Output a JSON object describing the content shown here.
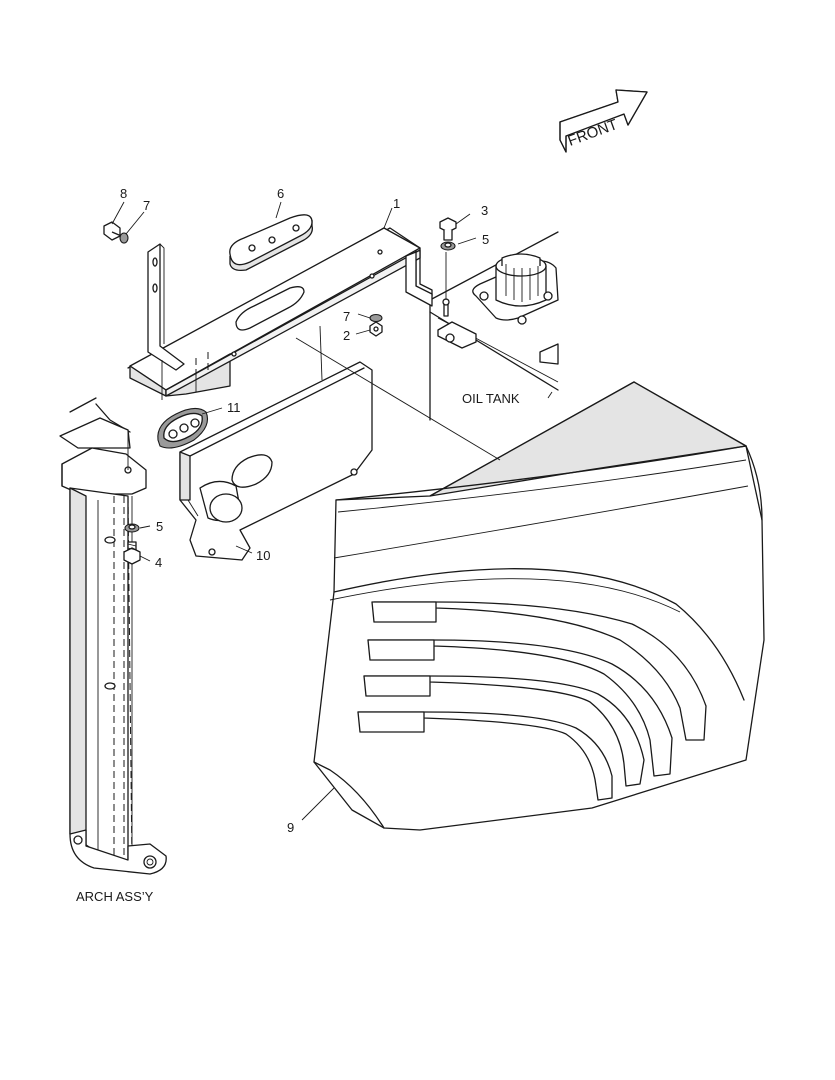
{
  "callouts": {
    "c1": "1",
    "c2": "2",
    "c3": "3",
    "c4": "4",
    "c5a": "5",
    "c5b": "5",
    "c6": "6",
    "c7a": "7",
    "c7b": "7",
    "c8": "8",
    "c9": "9",
    "c10": "10",
    "c11": "11"
  },
  "labels": {
    "front": "FRONT",
    "oil_tank": "OIL TANK",
    "arch_assy": "ARCH ASS’Y"
  },
  "colors": {
    "line": "#1a1a1a",
    "shade": "#e4e4e4",
    "background": "#ffffff"
  }
}
